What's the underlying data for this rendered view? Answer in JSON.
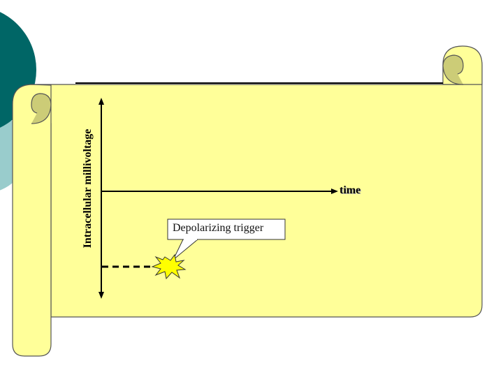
{
  "diagram": {
    "y_axis_label": "Intracellular millivoltage",
    "x_axis_label": "time",
    "callout_label": "Depolarizing trigger"
  },
  "colors": {
    "scroll_fill": "#ffff99",
    "scroll_curl": "#cccc77",
    "teal_circle": "#006666",
    "teal_light": "#99cccc",
    "trigger_star": "#ffff00"
  }
}
